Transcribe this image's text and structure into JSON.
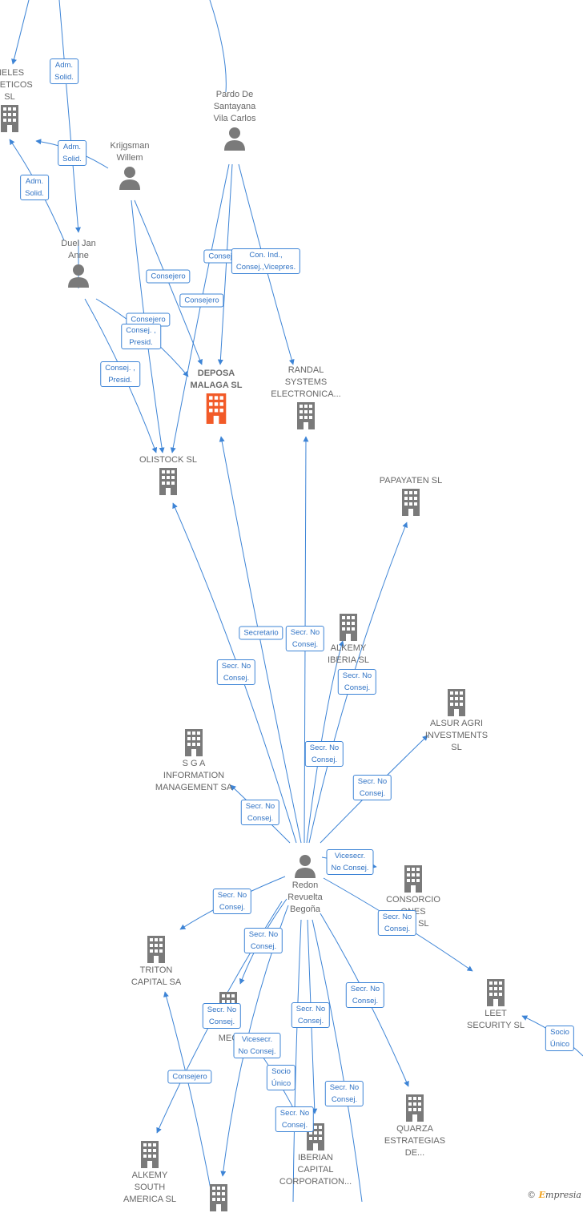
{
  "colors": {
    "edge": "#3d84d6",
    "label_text": "#2f72c4",
    "node_text": "#666666",
    "icon": "#7a7a7a",
    "focus": "#f25a28"
  },
  "nodes": [
    {
      "id": "paneles",
      "kind": "company",
      "name": "NELES\nRGETICOS\nSL"
    },
    {
      "id": "pardo",
      "kind": "person",
      "name": "Pardo De\nSantayana\nVila Carlos"
    },
    {
      "id": "krijgsman",
      "kind": "person",
      "name": "Krijgsman\nWillem"
    },
    {
      "id": "duel",
      "kind": "person",
      "name": "Duel Jan\nAnne"
    },
    {
      "id": "deposa",
      "kind": "company",
      "main": true,
      "name": "DEPOSA\nMALAGA  SL"
    },
    {
      "id": "randal",
      "kind": "company",
      "name": "RANDAL\nSYSTEMS\nELECTRONICA..."
    },
    {
      "id": "olistock",
      "kind": "company",
      "name": "OLISTOCK  SL"
    },
    {
      "id": "papayaten",
      "kind": "company",
      "name": "PAPAYATEN SL"
    },
    {
      "id": "alkemy_iberia",
      "kind": "company",
      "name": "ALKEMY\nIBERIA  SL"
    },
    {
      "id": "alsur",
      "kind": "company",
      "name": "ALSUR AGRI\nINVESTMENTS\nSL"
    },
    {
      "id": "sga",
      "kind": "company",
      "name": "S G A\nINFORMATION\nMANAGEMENT SA"
    },
    {
      "id": "redon",
      "kind": "person",
      "name": "Redon\nRevuelta\nBegoña"
    },
    {
      "id": "consorcio",
      "kind": "company",
      "name": "CONSORCIO\n  ONES\n  RAS SL"
    },
    {
      "id": "triton",
      "kind": "company",
      "name": "TRITON\nCAPITAL SA"
    },
    {
      "id": "logi",
      "kind": "company",
      "name": "LOGI\nMEC"
    },
    {
      "id": "leet",
      "kind": "company",
      "name": "LEET\nSECURITY SL"
    },
    {
      "id": "quarza",
      "kind": "company",
      "name": "QUARZA\nESTRATEGIAS\nDE..."
    },
    {
      "id": "iberian",
      "kind": "company",
      "name": "IBERIAN\nCAPITAL\nCORPORATION..."
    },
    {
      "id": "alkemy_south",
      "kind": "company",
      "name": "ALKEMY\nSOUTH\nAMERICA  SL"
    },
    {
      "id": "bottom_unnamed",
      "kind": "company",
      "name": ""
    }
  ],
  "edge_labels": [
    "Adm.\nSolid.",
    "Adm.\nSolid.",
    "Adm.\nSolid.",
    "Consejero",
    "Con.  Ind.,\nConsej.,Vicepres.",
    "Consejero",
    "Consejero",
    "Consejero",
    "Consej. ,\nPresid.",
    "Consej. ,\nPresid.",
    "Secretario",
    "Secr.  No\nConsej.",
    "Secr.  No\nConsej.",
    "Secr.  No\nConsej.",
    "Secr.  No\nConsej.",
    "Secr.  No\nConsej.",
    "Secr.  No\nConsej.",
    "Vicesecr.\nNo Consej.",
    "Secr.  No\nConsej.",
    "Secr.  No\nConsej.",
    "Secr.  No\nConsej.",
    "Secr.  No\nConsej.",
    "Secr.  No\nConsej.",
    "Secr.  No\nConsej.",
    "Vicesecr.\nNo Consej.",
    "Consejero",
    "Socio\nÚnico",
    "Secr.  No\nConsej.",
    "Secr.  No\nConsej.",
    "Socio\nÚnico"
  ],
  "brand": {
    "copyright": "©",
    "initial": "E",
    "name": "mpresia"
  }
}
